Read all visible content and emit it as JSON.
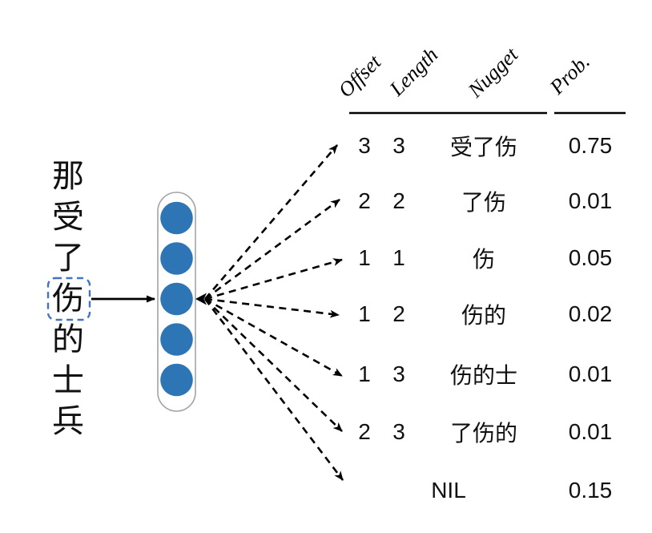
{
  "diagram_title": "nugget-prediction-diagram",
  "source_text": {
    "characters": [
      "那",
      "受",
      "了",
      "伤",
      "的",
      "士",
      "兵"
    ],
    "highlighted_character": "伤",
    "highlighted_index": 3
  },
  "encoder": {
    "num_nodes": 5
  },
  "table": {
    "headers": [
      "Offset",
      "Length",
      "Nugget",
      "Prob."
    ],
    "rows": [
      {
        "offset": "3",
        "length": "3",
        "nugget": "受了伤",
        "prob": "0.75"
      },
      {
        "offset": "2",
        "length": "2",
        "nugget": "了伤",
        "prob": "0.01"
      },
      {
        "offset": "1",
        "length": "1",
        "nugget": "伤",
        "prob": "0.05"
      },
      {
        "offset": "1",
        "length": "2",
        "nugget": "伤的",
        "prob": "0.02"
      },
      {
        "offset": "1",
        "length": "3",
        "nugget": "伤的士",
        "prob": "0.01"
      },
      {
        "offset": "2",
        "length": "3",
        "nugget": "了伤的",
        "prob": "0.01"
      },
      {
        "offset": "",
        "length": "",
        "nugget": "NIL",
        "prob": "0.15"
      }
    ]
  },
  "colors": {
    "node_blue": "#2E75B6",
    "highlight_box_blue": "#4472C4",
    "capsule_border": "#a3a3a3",
    "line_black": "#000000"
  }
}
